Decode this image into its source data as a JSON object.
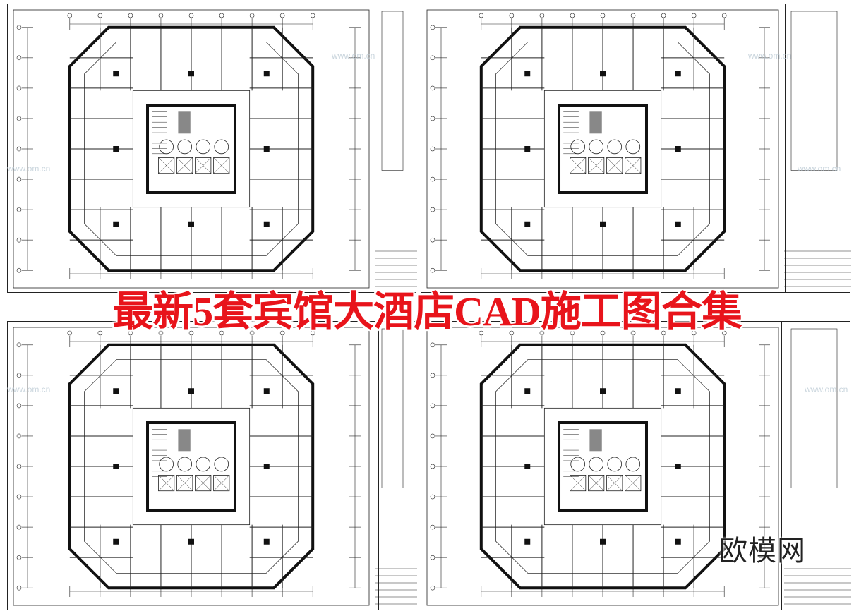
{
  "headline": "最新5套宾馆大酒店CAD施工图合集",
  "brand": "欧模网",
  "watermark": "www.om.cn",
  "colors": {
    "headline": "#e8141b",
    "lines": "#222222",
    "background": "#ffffff"
  },
  "sheets": [
    {
      "id": "top-left"
    },
    {
      "id": "top-right"
    },
    {
      "id": "bottom-left"
    },
    {
      "id": "bottom-right"
    }
  ]
}
